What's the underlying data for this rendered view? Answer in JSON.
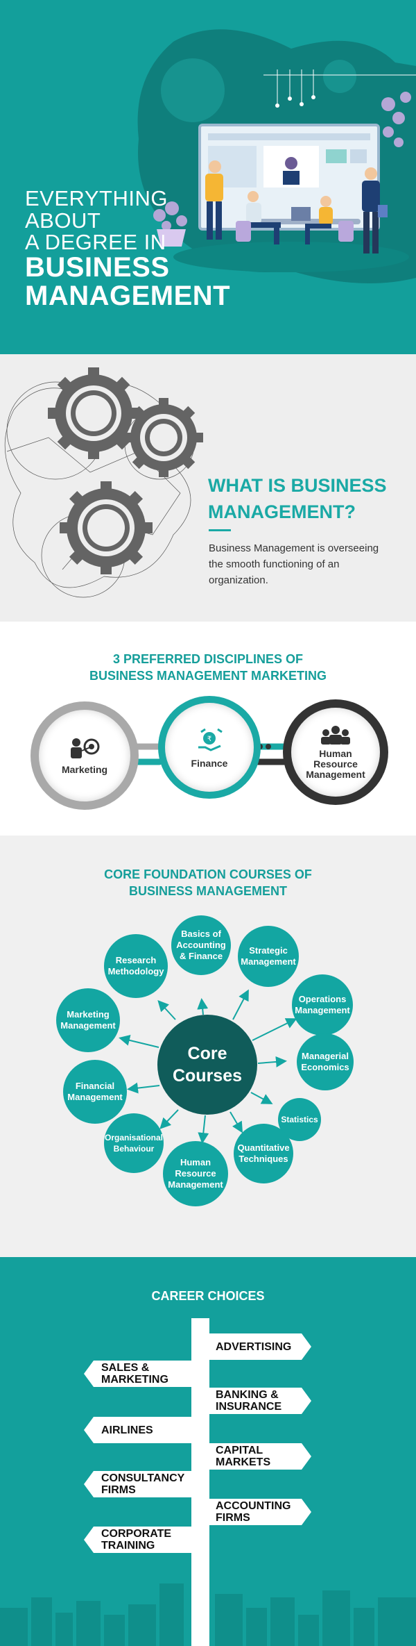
{
  "hero": {
    "title_line1": "EVERYTHING",
    "title_line2": "ABOUT",
    "title_line3": "A DEGREE IN",
    "title_line4": "BUSINESS",
    "title_line5": "MANAGEMENT"
  },
  "what_is": {
    "heading": "WHAT IS BUSINESS MANAGEMENT?",
    "description": "Business Management is overseeing the smooth functioning of an organization."
  },
  "disciplines": {
    "heading_line1": "3 PREFERRED DISCIPLINES OF",
    "heading_line2": "BUSINESS MANAGEMENT MARKETING",
    "items": [
      {
        "label": "Marketing",
        "icon": "target-presenter-icon",
        "color": "#a9a9a9"
      },
      {
        "label": "Finance",
        "icon": "money-hand-icon",
        "color": "#1aa9a5"
      },
      {
        "label": "Human Resource Management",
        "icon": "people-group-icon",
        "color": "#333333"
      }
    ]
  },
  "core": {
    "heading_line1": "CORE FOUNDATION COURSES OF",
    "heading_line2": "BUSINESS MANAGEMENT",
    "center_label": "Core Courses",
    "courses": [
      "Basics of Accounting & Finance",
      "Strategic Management",
      "Operations Management",
      "Managerial Economics",
      "Statistics",
      "Quantitative Techniques",
      "Human Resource Management",
      "Organisational Behaviour",
      "Financial Management",
      "Marketing Management",
      "Research Methodology"
    ]
  },
  "career": {
    "heading": "CAREER CHOICES",
    "signs_right": [
      "ADVERTISING",
      "BANKING & INSURANCE",
      "CAPITAL MARKETS",
      "ACCOUNTING FIRMS"
    ],
    "signs_left": [
      "SALES & MARKETING",
      "AIRLINES",
      "CONSULTANCY FIRMS",
      "CORPORATE TRAINING"
    ]
  },
  "colors": {
    "teal": "#139f9b",
    "dark_teal": "#105c5a",
    "accent_text": "#1aa9a5"
  }
}
